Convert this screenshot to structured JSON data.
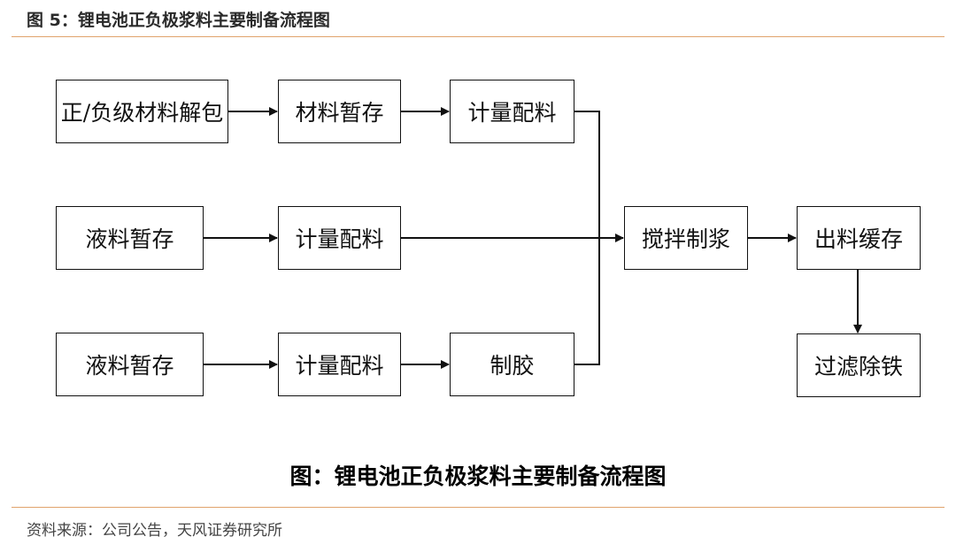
{
  "header": {
    "figure_title": "图 5：锂电池正负极浆料主要制备流程图"
  },
  "diagram": {
    "caption": "图：锂电池正负极浆料主要制备流程图",
    "nodes": {
      "r1_unpack": "正/负级材料解包",
      "r1_storage": "材料暂存",
      "r1_metering": "计量配料",
      "r2_liquid_storage": "液料暂存",
      "r2_metering": "计量配料",
      "r3_liquid_storage": "液料暂存",
      "r3_metering": "计量配料",
      "r3_glue": "制胶",
      "mixing": "搅拌制浆",
      "discharge_buffer": "出料缓存",
      "filter_iron_removal": "过滤除铁"
    }
  },
  "footer": {
    "source": "资料来源：公司公告，天风证券研究所"
  }
}
